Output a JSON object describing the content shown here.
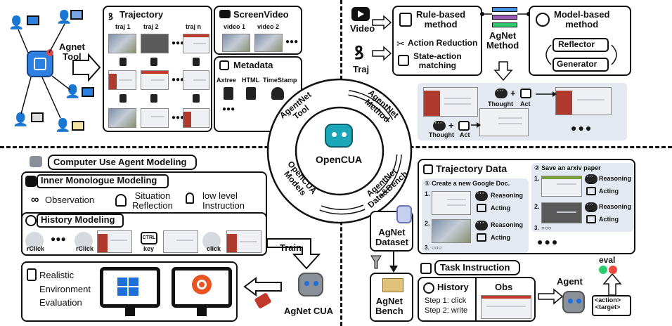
{
  "tool": {
    "label": "Agnet\nTool",
    "trajectory": "Trajectory",
    "traj_cols": [
      "traj 1",
      "traj 2",
      "traj n"
    ],
    "screen_video": "ScreenVideo",
    "video_cols": [
      "video 1",
      "video 2"
    ],
    "metadata": "Metadata",
    "meta_items": [
      "Axtree",
      "HTML",
      "TimeStamp"
    ]
  },
  "method": {
    "video": "Video",
    "traj": "Traj",
    "rule_based": "Rule-based\nmethod",
    "action_reduction": "Action Reduction",
    "state_action": "State-action\nmatching",
    "agnet_method": "AgNet\nMethod",
    "model_based": "Model-based\nmethod",
    "reflector": "Reflector",
    "generator": "Generator",
    "thought": "Thought",
    "act": "Act",
    "plus": "+"
  },
  "center": {
    "name": "OpenCUA",
    "ring_tool": "AgentNet\nTool",
    "ring_method": "AgentNet\nMethod",
    "ring_data": "AgentNet\nData&Bench",
    "ring_models": "OpenCUA\nModels"
  },
  "modeling": {
    "title": "Computer Use Agent Modeling",
    "inner": "Inner Monologue Modeling",
    "observation": "Observation",
    "situation": "Situation\nReflection",
    "low_level": "low level\nInstruction",
    "history": "History Modeling",
    "seq": [
      "rClick",
      "rClick",
      "key",
      "click"
    ],
    "ctrl": "CTRL",
    "train": "Train",
    "cua": "AgNet CUA",
    "realistic": "Realistic\nEnvironment\nEvaluation"
  },
  "data": {
    "trajectory_data": "Trajectory Data",
    "task1": "① Create a new Google Doc.",
    "task2": "② Save an arxiv paper",
    "reasoning": "Reasoning",
    "acting": "Acting",
    "steps": [
      "1.",
      "2.",
      "3."
    ],
    "dots_small": "○○○",
    "dataset": "AgNet\nDataset",
    "bench": "AgNet\nBench",
    "task_instruction": "Task Instruction",
    "history": "History",
    "obs": "Obs",
    "step1": "Step 1: click",
    "step2": "Step 2: write",
    "step_more": "...",
    "agent": "Agent",
    "eval": "eval",
    "action_target": "<action>\n<target>"
  },
  "ellipsis": "●●●",
  "colors": {
    "red": "#c0392b",
    "blue": "#1e6fd9",
    "panel": "#e3e8f1",
    "teal": "#1aa7b8",
    "orange": "#e95420"
  }
}
